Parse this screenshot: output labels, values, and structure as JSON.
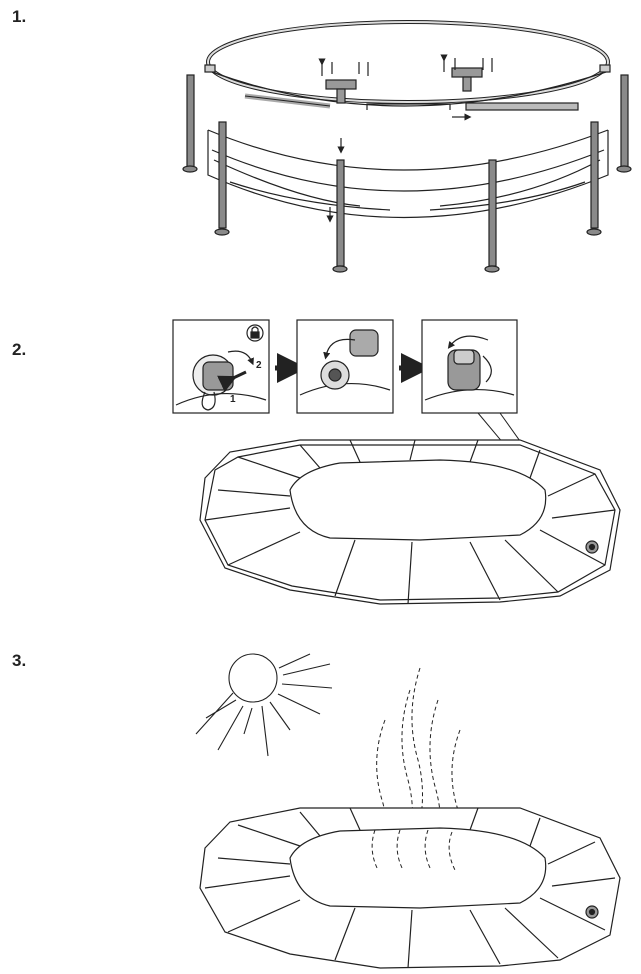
{
  "steps": [
    {
      "number": "1."
    },
    {
      "number": "2."
    },
    {
      "number": "3."
    }
  ],
  "valve_callouts": {
    "push": "1",
    "turn": "2"
  },
  "colors": {
    "line": "#222222",
    "pipe": "#bdbdbd",
    "leg": "#8a8a8a",
    "paper": "#ffffff"
  }
}
